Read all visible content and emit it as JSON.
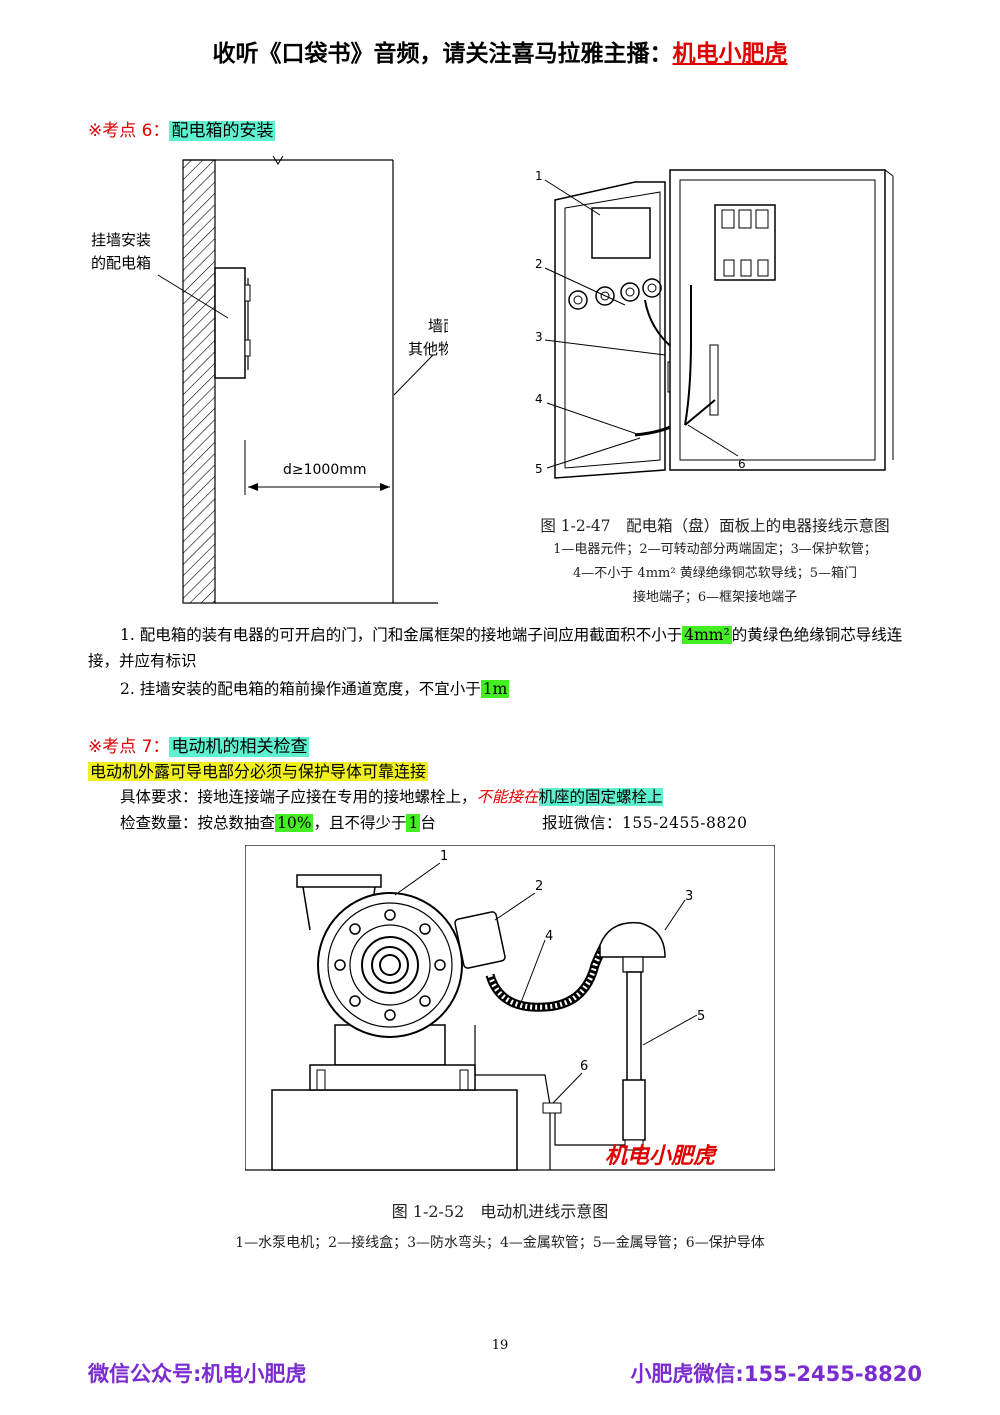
{
  "header": {
    "text": "收听《口袋书》音频，请关注喜马拉雅主播：",
    "host": "机电小肥虎"
  },
  "kp6": {
    "mark": "※考点 6：",
    "title": "配电箱的安装"
  },
  "fig_left": {
    "label_box": [
      "挂墙安装",
      "的配电箱"
    ],
    "label_wall": [
      "墙面或",
      "其他物体边界"
    ],
    "dim": "d≥1000mm"
  },
  "fig_right": {
    "nums": [
      "1",
      "2",
      "3",
      "4",
      "5",
      "6"
    ],
    "caption_title": "图 1-2-47　配电箱（盘）面板上的电器接线示意图",
    "caption_lines": [
      "1—电器元件；2—可转动部分两端固定；3—保护软管；",
      "4—不小于 4mm² 黄绿绝缘铜芯软导线；5—箱门",
      "接地端子；6—框架接地端子"
    ]
  },
  "para1": {
    "pre": "1. 配电箱的装有电器的可开启的门，门和金属框架的接地端子间应用截面积不小于",
    "hl": "4mm²",
    "post": "的黄绿色绝缘铜芯导线连接，并应有标识"
  },
  "para2": {
    "pre": "2. 挂墙安装的配电箱的箱前操作通道宽度，不宜小于",
    "hl": "1m"
  },
  "kp7": {
    "mark": "※考点 7：",
    "title": "电动机的相关检查"
  },
  "motor_rule": "电动机外露可导电部分必须与保护导体可靠连接",
  "req": {
    "pre": "具体要求：接地连接端子应接在专用的接地螺栓上，",
    "red": "不能接在",
    "post": "机座的固定螺栓上"
  },
  "check": {
    "pre": "检查数量：按总数抽查",
    "hl1": "10%",
    "mid": "，且不得少于",
    "hl2": "1",
    "post": "台",
    "wechat": "报班微信：155-2455-8820"
  },
  "fig_motor": {
    "nums": [
      "1",
      "2",
      "3",
      "4",
      "5",
      "6"
    ],
    "watermark": "机电小肥虎",
    "caption_title": "图 1-2-52　电动机进线示意图",
    "caption_line": "1—水泵电机；2—接线盒；3—防水弯头；4—金属软管；5—金属导管；6—保护导体"
  },
  "page_number": "19",
  "footer": {
    "left": "微信公众号:机电小肥虎",
    "right": "小肥虎微信:155-2455-8820"
  }
}
